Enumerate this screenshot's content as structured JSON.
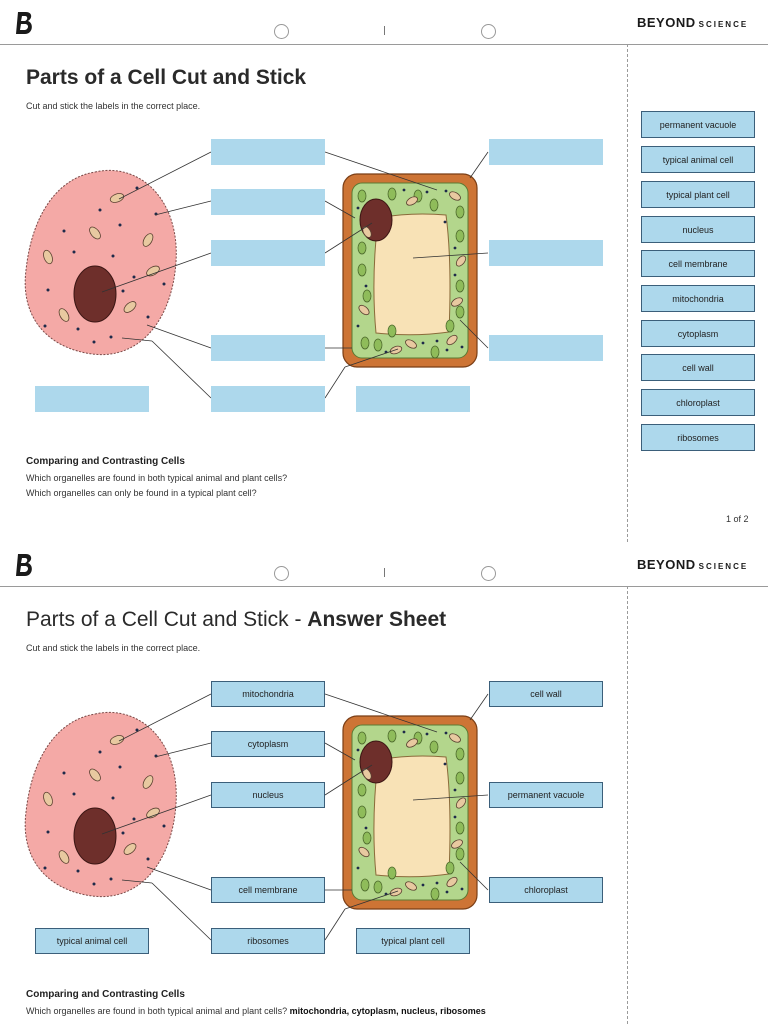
{
  "header": {
    "brand_main": "BEYOND",
    "brand_small": "SCIENCE"
  },
  "sheet1": {
    "title": "Parts of a Cell Cut and Stick",
    "subtitle": "Cut and stick the labels in the correct place.",
    "question_heading": "Comparing and Contrasting Cells",
    "questions": [
      "Which organelles are found in both typical animal and plant cells?",
      "Which organelles can only be found in a typical plant cell?"
    ],
    "page_number": "1 of 2",
    "cut_labels": [
      "permanent vacuole",
      "typical animal cell",
      "typical plant cell",
      "nucleus",
      "cell membrane",
      "mitochondria",
      "cytoplasm",
      "cell wall",
      "chloroplast",
      "ribosomes"
    ]
  },
  "sheet2": {
    "title_plain": "Parts of a Cell Cut and Stick - ",
    "title_bold": "Answer Sheet",
    "subtitle": "Cut and stick the labels in the correct place.",
    "labels": {
      "mitochondria": "mitochondria",
      "cytoplasm": "cytoplasm",
      "nucleus": "nucleus",
      "cell_membrane": "cell membrane",
      "ribosomes": "ribosomes",
      "typical_animal_cell": "typical animal cell",
      "cell_wall": "cell wall",
      "permanent_vacuole": "permanent vacuole",
      "chloroplast": "chloroplast",
      "typical_plant_cell": "typical plant cell"
    },
    "question_heading": "Comparing and Contrasting Cells",
    "question_1": "Which organelles are found in both typical animal and plant cells? ",
    "answer_1": "mitochondria, cytoplasm, nucleus, ribosomes"
  },
  "colors": {
    "label_fill": "#add8ec",
    "animal_cell": "#f4a9a6",
    "nucleus": "#6e2f2b",
    "cell_wall": "#cd7435",
    "cytoplasm_plant": "#b3d68c",
    "vacuole": "#f8e2b6",
    "chloroplast": "#8fbc5a"
  }
}
